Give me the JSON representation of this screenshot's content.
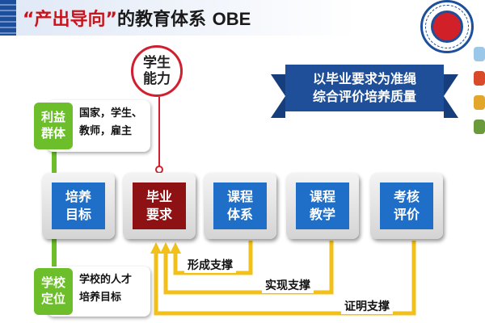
{
  "title": {
    "quote_open": "“",
    "highlight": "产出导向",
    "quote_close": "”",
    "rest": "的教育体系",
    "suffix": "OBE"
  },
  "ability_circle": {
    "line1": "学生",
    "line2": "能力"
  },
  "banner": {
    "line1": "以毕业要求为准绳",
    "line2": "综合评价培养质量"
  },
  "stakeholders": {
    "tag_line1": "利益",
    "tag_line2": "群体",
    "line1": "国家，学生、",
    "line2": "教师，雇主"
  },
  "positioning": {
    "tag_line1": "学校",
    "tag_line2": "定位",
    "line1": "学校的人才",
    "line2": "培养目标"
  },
  "flow_boxes": [
    {
      "line1": "培养",
      "line2": "目标"
    },
    {
      "line1": "毕业",
      "line2": "要求"
    },
    {
      "line1": "课程",
      "line2": "体系"
    },
    {
      "line1": "课程",
      "line2": "教学"
    },
    {
      "line1": "考核",
      "line2": "评价"
    }
  ],
  "support_labels": {
    "form": "形成支撑",
    "realize": "实现支撑",
    "prove": "证明支撑"
  },
  "colors": {
    "box_blue": "#1f6ec8",
    "box_red": "#8e1114",
    "banner_blue": "#1f4f99",
    "tag_green": "#6cbe2b",
    "arrow_yellow": "#f2c01a",
    "accent_red": "#c8141b"
  }
}
